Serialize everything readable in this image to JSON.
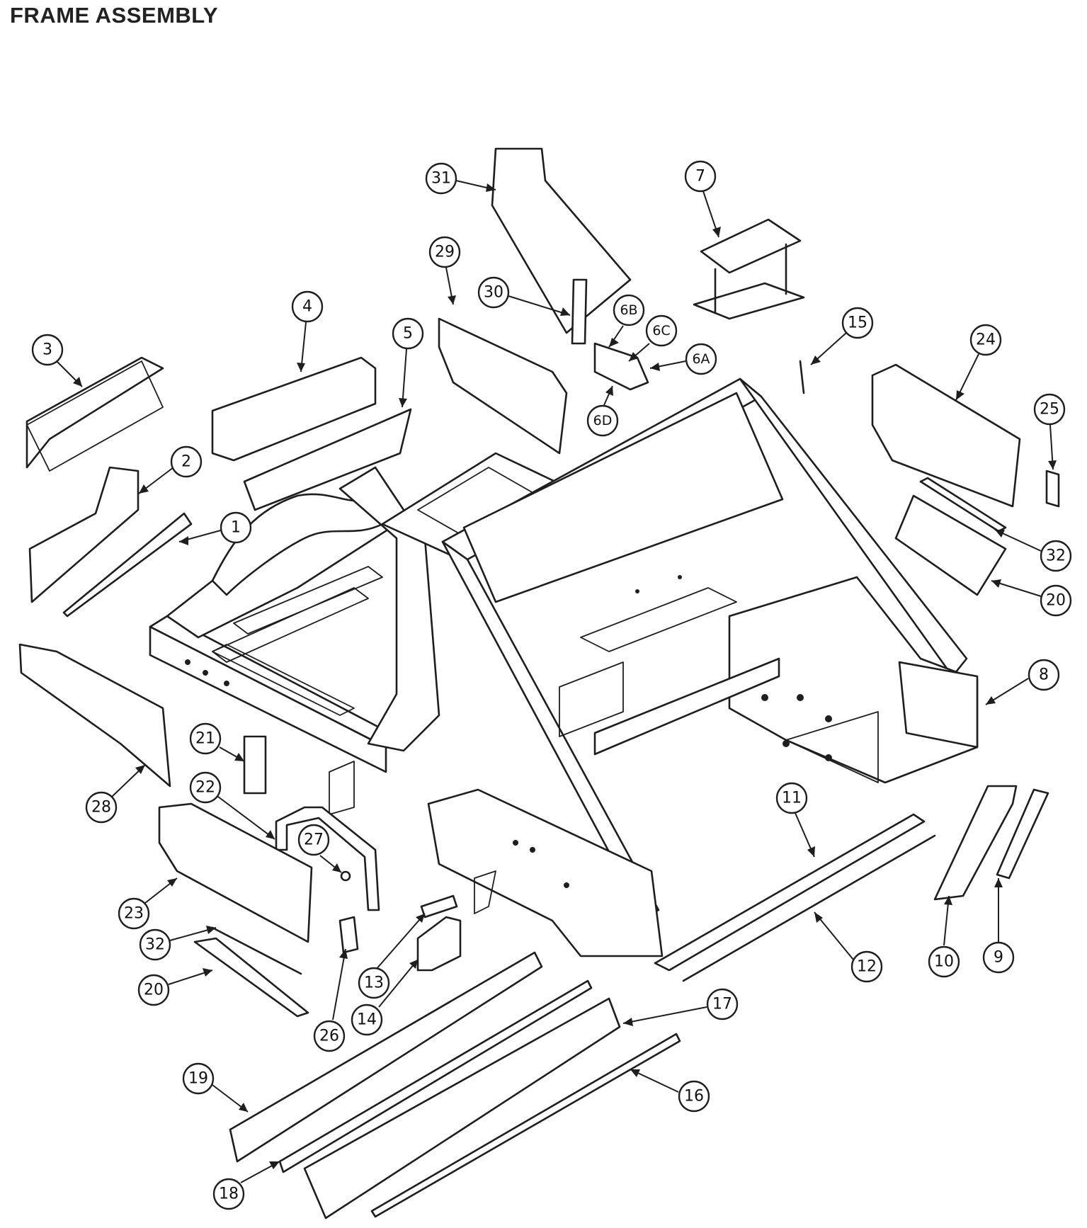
{
  "title": "FRAME ASSEMBLY",
  "callouts": [
    "1",
    "2",
    "3",
    "4",
    "5",
    "6A",
    "6B",
    "6C",
    "6D",
    "7",
    "8",
    "9",
    "10",
    "11",
    "12",
    "13",
    "14",
    "15",
    "16",
    "17",
    "18",
    "19",
    "20",
    "20",
    "21",
    "22",
    "23",
    "24",
    "25",
    "26",
    "27",
    "28",
    "29",
    "30",
    "31",
    "32",
    "32"
  ]
}
